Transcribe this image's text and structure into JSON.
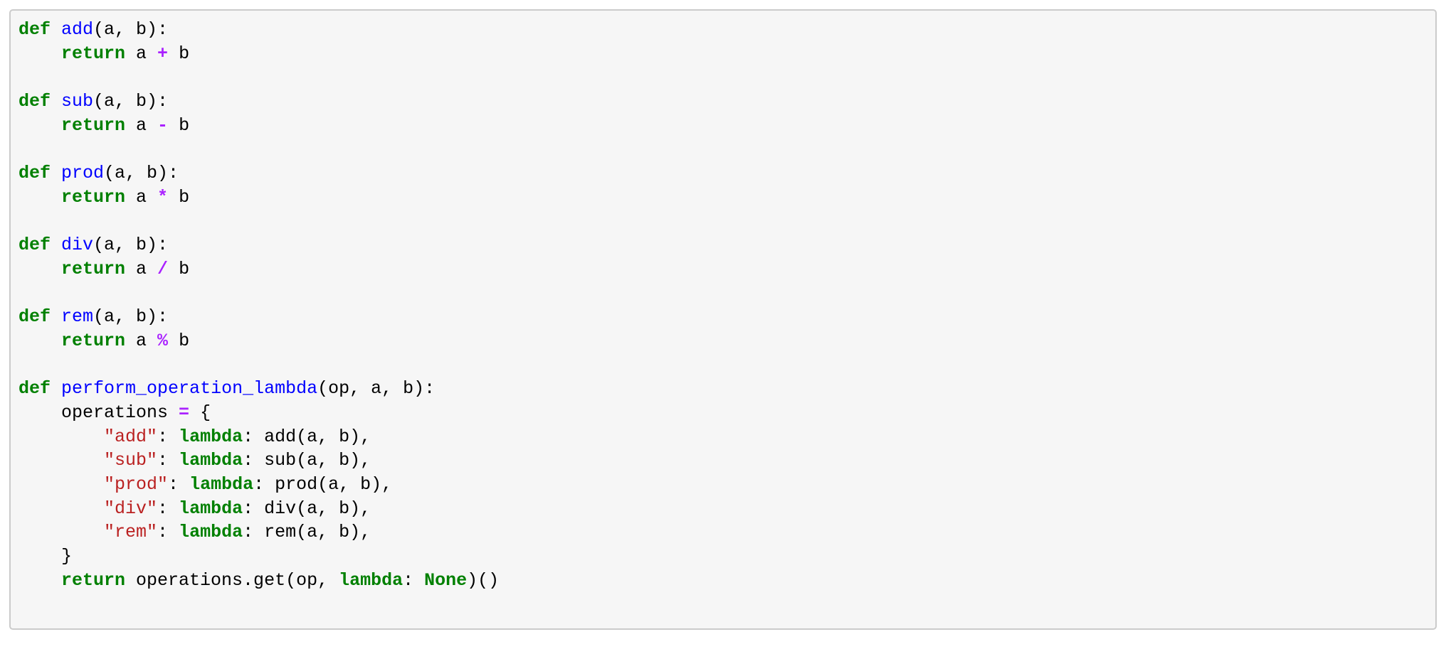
{
  "editor": {
    "language": "python",
    "colors": {
      "keyword": "#008000",
      "function_name": "#0000FF",
      "operator": "#AA22FF",
      "string": "#BA2121",
      "text": "#000000",
      "cell_background": "#f6f6f6",
      "cell_border": "#cbcbcb",
      "page_background": "#ffffff"
    },
    "lines": [
      [
        {
          "t": "def",
          "s": "kw"
        },
        {
          "t": " ",
          "s": "pl"
        },
        {
          "t": "add",
          "s": "fn"
        },
        {
          "t": "(a, b):",
          "s": "pl"
        }
      ],
      [
        {
          "t": "    ",
          "s": "pl"
        },
        {
          "t": "return",
          "s": "kw"
        },
        {
          "t": " a ",
          "s": "pl"
        },
        {
          "t": "+",
          "s": "op"
        },
        {
          "t": " b",
          "s": "pl"
        }
      ],
      [],
      [
        {
          "t": "def",
          "s": "kw"
        },
        {
          "t": " ",
          "s": "pl"
        },
        {
          "t": "sub",
          "s": "fn"
        },
        {
          "t": "(a, b):",
          "s": "pl"
        }
      ],
      [
        {
          "t": "    ",
          "s": "pl"
        },
        {
          "t": "return",
          "s": "kw"
        },
        {
          "t": " a ",
          "s": "pl"
        },
        {
          "t": "-",
          "s": "op"
        },
        {
          "t": " b",
          "s": "pl"
        }
      ],
      [],
      [
        {
          "t": "def",
          "s": "kw"
        },
        {
          "t": " ",
          "s": "pl"
        },
        {
          "t": "prod",
          "s": "fn"
        },
        {
          "t": "(a, b):",
          "s": "pl"
        }
      ],
      [
        {
          "t": "    ",
          "s": "pl"
        },
        {
          "t": "return",
          "s": "kw"
        },
        {
          "t": " a ",
          "s": "pl"
        },
        {
          "t": "*",
          "s": "op"
        },
        {
          "t": " b",
          "s": "pl"
        }
      ],
      [],
      [
        {
          "t": "def",
          "s": "kw"
        },
        {
          "t": " ",
          "s": "pl"
        },
        {
          "t": "div",
          "s": "fn"
        },
        {
          "t": "(a, b):",
          "s": "pl"
        }
      ],
      [
        {
          "t": "    ",
          "s": "pl"
        },
        {
          "t": "return",
          "s": "kw"
        },
        {
          "t": " a ",
          "s": "pl"
        },
        {
          "t": "/",
          "s": "op"
        },
        {
          "t": " b",
          "s": "pl"
        }
      ],
      [],
      [
        {
          "t": "def",
          "s": "kw"
        },
        {
          "t": " ",
          "s": "pl"
        },
        {
          "t": "rem",
          "s": "fn"
        },
        {
          "t": "(a, b):",
          "s": "pl"
        }
      ],
      [
        {
          "t": "    ",
          "s": "pl"
        },
        {
          "t": "return",
          "s": "kw"
        },
        {
          "t": " a ",
          "s": "pl"
        },
        {
          "t": "%",
          "s": "op"
        },
        {
          "t": " b",
          "s": "pl"
        }
      ],
      [],
      [
        {
          "t": "def",
          "s": "kw"
        },
        {
          "t": " ",
          "s": "pl"
        },
        {
          "t": "perform_operation_lambda",
          "s": "fn"
        },
        {
          "t": "(op, a, b):",
          "s": "pl"
        }
      ],
      [
        {
          "t": "    operations ",
          "s": "pl"
        },
        {
          "t": "=",
          "s": "op"
        },
        {
          "t": " {",
          "s": "pl"
        }
      ],
      [
        {
          "t": "        ",
          "s": "pl"
        },
        {
          "t": "\"add\"",
          "s": "str"
        },
        {
          "t": ": ",
          "s": "pl"
        },
        {
          "t": "lambda",
          "s": "kw"
        },
        {
          "t": ": add(a, b),",
          "s": "pl"
        }
      ],
      [
        {
          "t": "        ",
          "s": "pl"
        },
        {
          "t": "\"sub\"",
          "s": "str"
        },
        {
          "t": ": ",
          "s": "pl"
        },
        {
          "t": "lambda",
          "s": "kw"
        },
        {
          "t": ": sub(a, b),",
          "s": "pl"
        }
      ],
      [
        {
          "t": "        ",
          "s": "pl"
        },
        {
          "t": "\"prod\"",
          "s": "str"
        },
        {
          "t": ": ",
          "s": "pl"
        },
        {
          "t": "lambda",
          "s": "kw"
        },
        {
          "t": ": prod(a, b),",
          "s": "pl"
        }
      ],
      [
        {
          "t": "        ",
          "s": "pl"
        },
        {
          "t": "\"div\"",
          "s": "str"
        },
        {
          "t": ": ",
          "s": "pl"
        },
        {
          "t": "lambda",
          "s": "kw"
        },
        {
          "t": ": div(a, b),",
          "s": "pl"
        }
      ],
      [
        {
          "t": "        ",
          "s": "pl"
        },
        {
          "t": "\"rem\"",
          "s": "str"
        },
        {
          "t": ": ",
          "s": "pl"
        },
        {
          "t": "lambda",
          "s": "kw"
        },
        {
          "t": ": rem(a, b),",
          "s": "pl"
        }
      ],
      [
        {
          "t": "    }",
          "s": "pl"
        }
      ],
      [
        {
          "t": "    ",
          "s": "pl"
        },
        {
          "t": "return",
          "s": "kw"
        },
        {
          "t": " operations.get(op, ",
          "s": "pl"
        },
        {
          "t": "lambda",
          "s": "kw"
        },
        {
          "t": ": ",
          "s": "pl"
        },
        {
          "t": "None",
          "s": "kw"
        },
        {
          "t": ")()",
          "s": "pl"
        }
      ],
      []
    ]
  }
}
